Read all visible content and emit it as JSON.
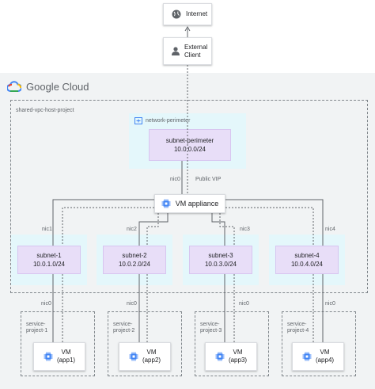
{
  "internet": {
    "label": "Internet"
  },
  "client": {
    "line1": "External",
    "line2": "Client"
  },
  "brand": {
    "name": "Google Cloud"
  },
  "host_project": {
    "label": "shared-vpc-host-project"
  },
  "perimeter": {
    "label": "network-perimeter",
    "subnet_name": "subnet-perimeter",
    "subnet_cidr": "10.0.0.0/24"
  },
  "appliance": {
    "label": "VM appliance",
    "nic0": "nic0",
    "public_vip": "Public VIP"
  },
  "subnets": [
    {
      "name": "subnet-1",
      "cidr": "10.0.1.0/24",
      "nic": "nic1",
      "vm_nic": "nic0",
      "project": [
        "service-",
        "project-1"
      ],
      "vm_line1": "VM",
      "vm_line2": "(app1)"
    },
    {
      "name": "subnet-2",
      "cidr": "10.0.2.0/24",
      "nic": "nic2",
      "vm_nic": "nic0",
      "project": [
        "service-",
        "project-2"
      ],
      "vm_line1": "VM",
      "vm_line2": "(app2)"
    },
    {
      "name": "subnet-3",
      "cidr": "10.0.3.0/24",
      "nic": "nic3",
      "vm_nic": "nic0",
      "project": [
        "service-",
        "project-3"
      ],
      "vm_line1": "VM",
      "vm_line2": "(app3)"
    },
    {
      "name": "subnet-4",
      "cidr": "10.0.4.0/24",
      "nic": "nic4",
      "vm_nic": "nic0",
      "project": [
        "service-",
        "project-4"
      ],
      "vm_line1": "VM",
      "vm_line2": "(app4)"
    }
  ],
  "colors": {
    "cloud_bg": "#f1f3f4",
    "zone": "#e4f7fb",
    "subnet": "#e8def8",
    "chip": "#4285f4",
    "line": "#5f6368"
  }
}
